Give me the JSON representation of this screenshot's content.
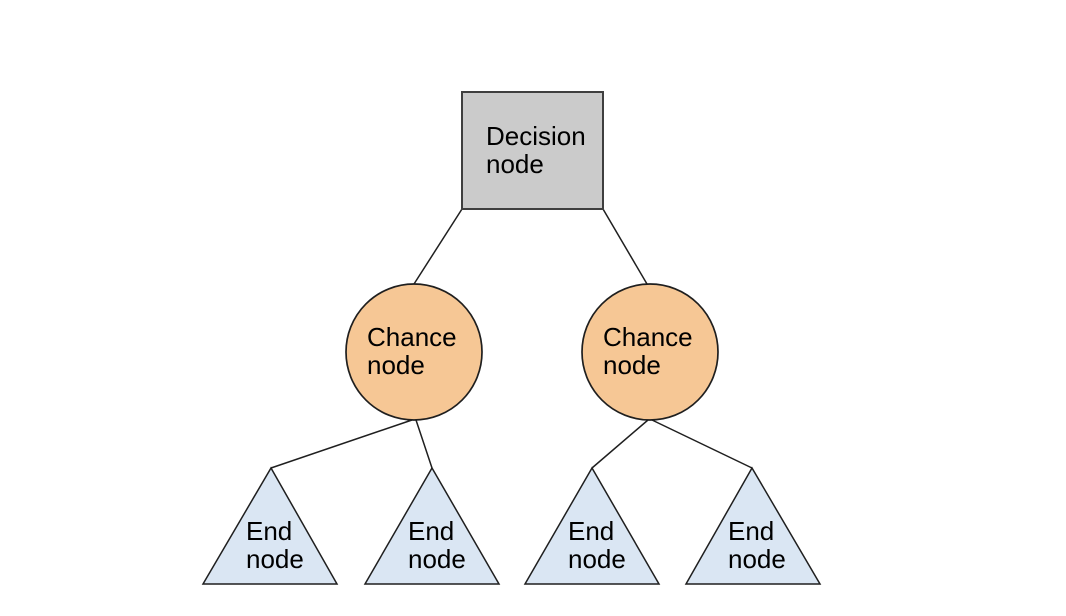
{
  "diagram": {
    "kind": "decision-tree",
    "background": "#ffffff"
  },
  "colors": {
    "background": "#ffffff",
    "decision_fill": "#cbcbcb",
    "decision_stroke": "#3f3f3f",
    "chance_fill": "#f6c795",
    "chance_stroke": "#1f1f1f",
    "end_fill": "#dae6f3",
    "end_stroke": "#1f1f1f",
    "edge": "#1f1f1f",
    "text": "#000000"
  },
  "nodes": [
    {
      "id": "decision",
      "shape": "square",
      "label": "Decision node",
      "lines": [
        "Decision",
        "node"
      ]
    },
    {
      "id": "chance-left",
      "shape": "circle",
      "label": "Chance node",
      "lines": [
        "Chance",
        "node"
      ]
    },
    {
      "id": "chance-right",
      "shape": "circle",
      "label": "Chance node",
      "lines": [
        "Chance",
        "node"
      ]
    },
    {
      "id": "end-1",
      "shape": "triangle",
      "label": "End node",
      "lines": [
        "End",
        "node"
      ]
    },
    {
      "id": "end-2",
      "shape": "triangle",
      "label": "End node",
      "lines": [
        "End",
        "node"
      ]
    },
    {
      "id": "end-3",
      "shape": "triangle",
      "label": "End node",
      "lines": [
        "End",
        "node"
      ]
    },
    {
      "id": "end-4",
      "shape": "triangle",
      "label": "End node",
      "lines": [
        "End",
        "node"
      ]
    }
  ],
  "edges": [
    {
      "from": "decision",
      "to": "chance-left"
    },
    {
      "from": "decision",
      "to": "chance-right"
    },
    {
      "from": "chance-left",
      "to": "end-1"
    },
    {
      "from": "chance-left",
      "to": "end-2"
    },
    {
      "from": "chance-right",
      "to": "end-3"
    },
    {
      "from": "chance-right",
      "to": "end-4"
    }
  ]
}
